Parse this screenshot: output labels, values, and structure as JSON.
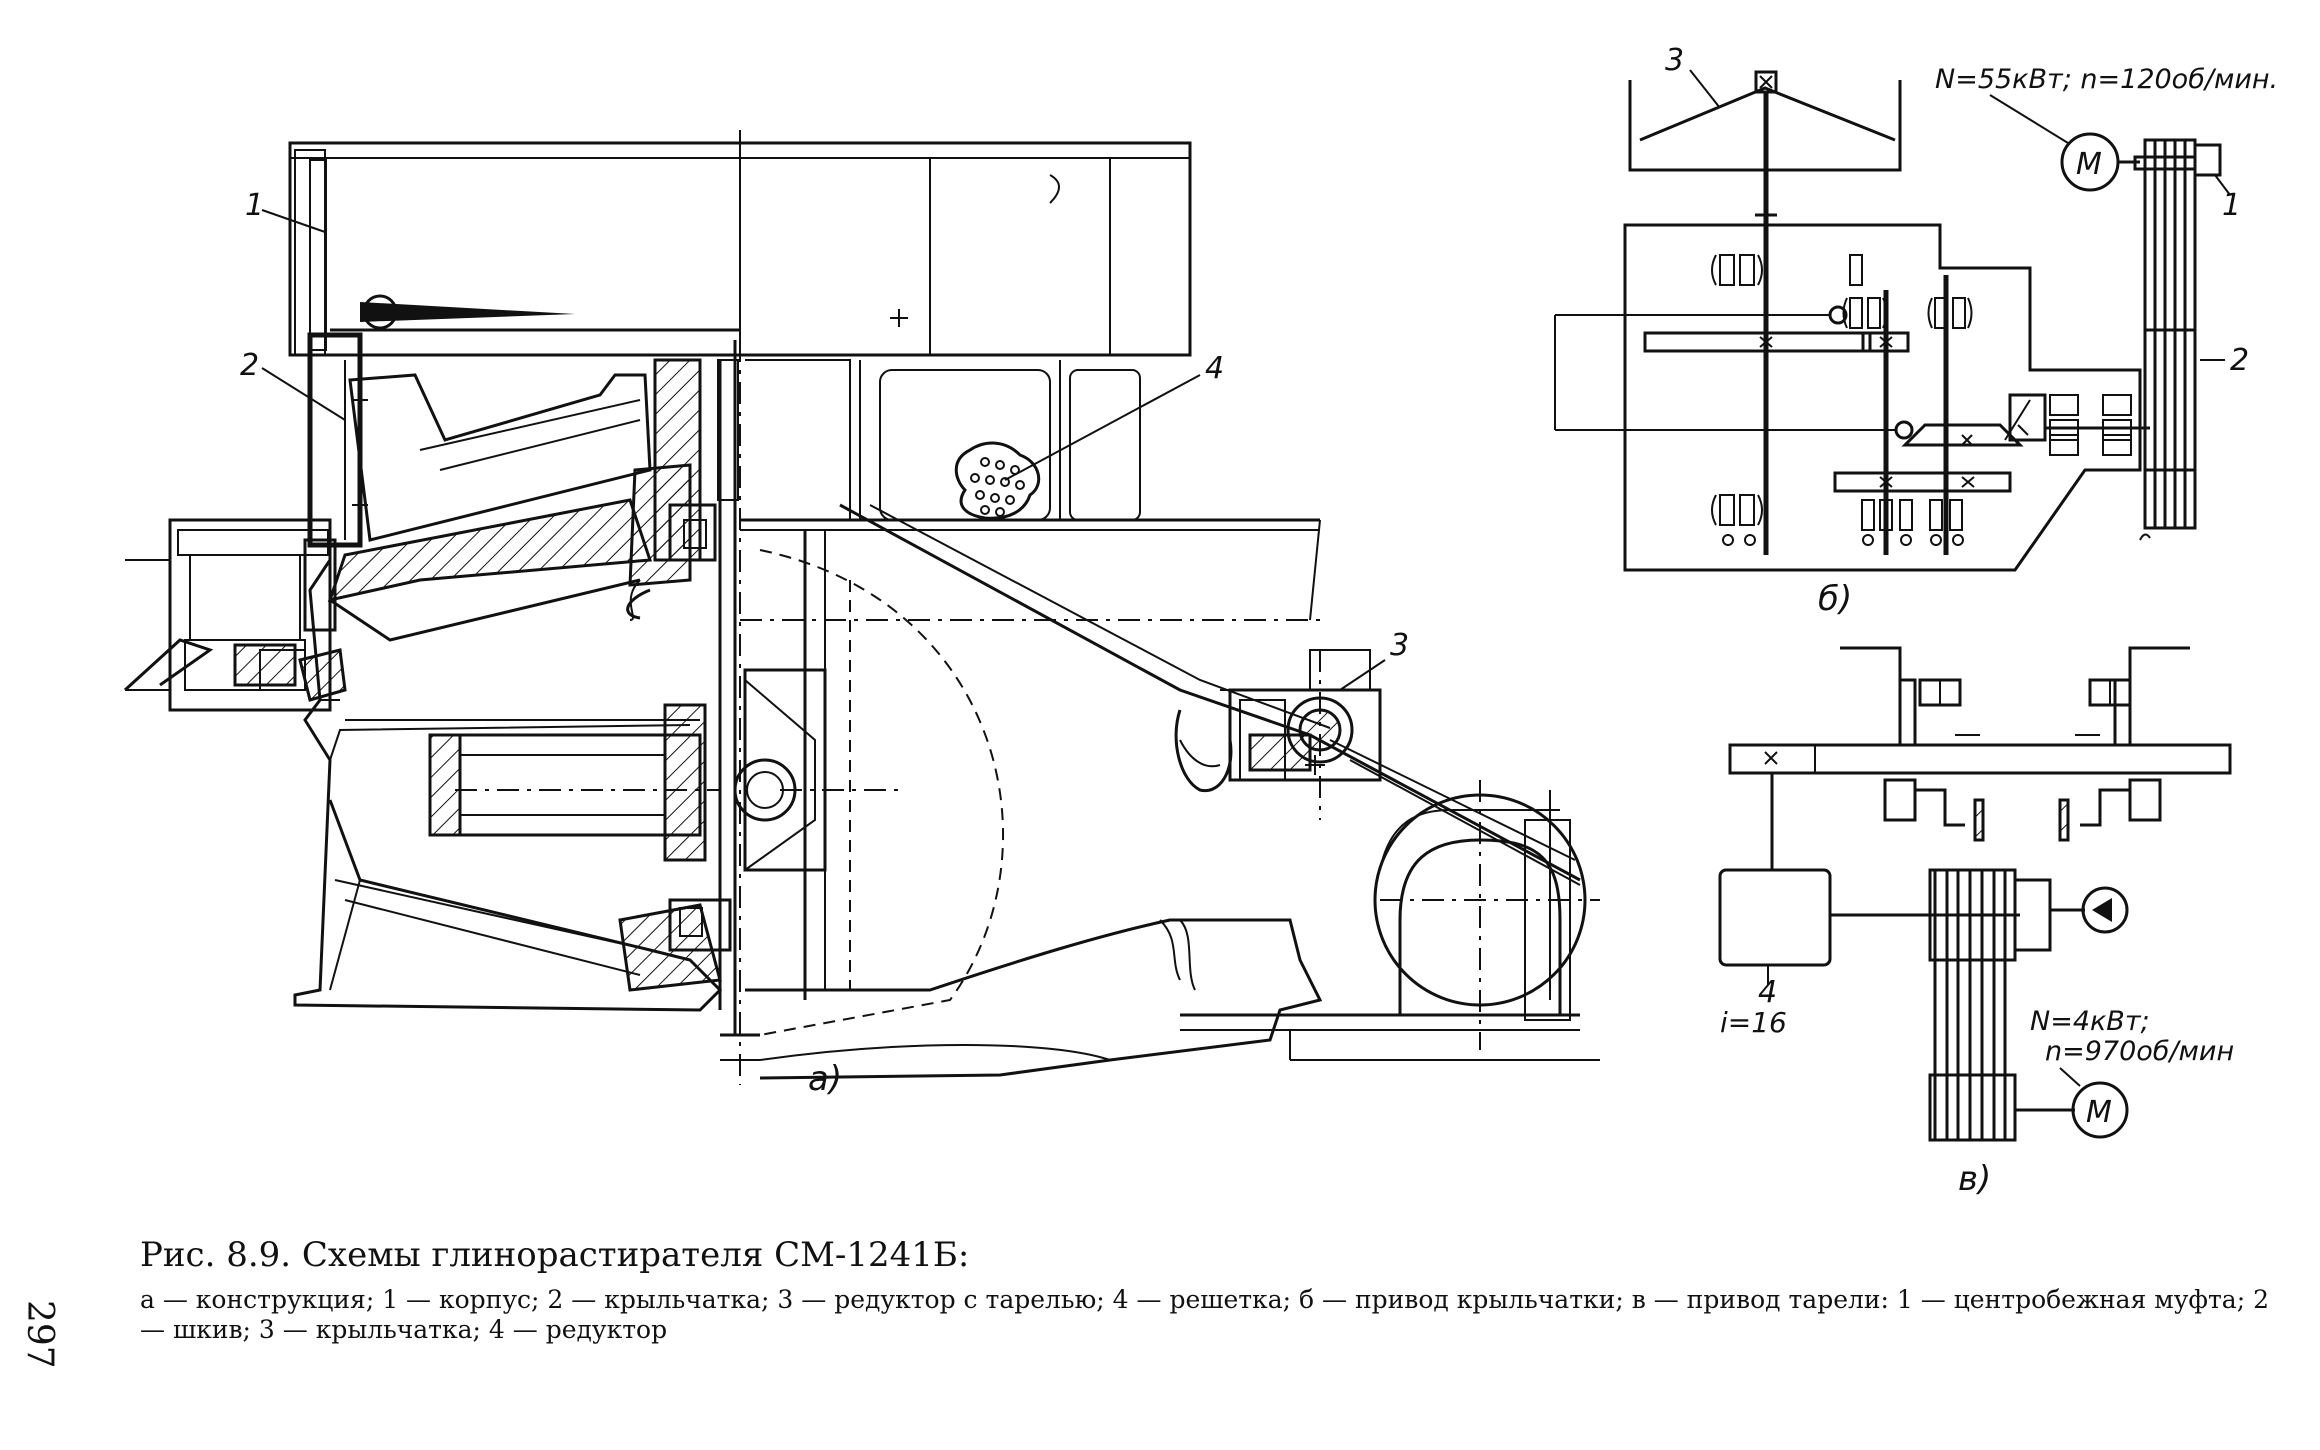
{
  "labels": {
    "a": {
      "part1": "1",
      "part2": "2",
      "part3": "3",
      "part4": "4",
      "view": "а)"
    },
    "b": {
      "part1": "1",
      "part2": "2",
      "part3": "3",
      "motor": "M",
      "spec": "N=55кВт; n=120об/мин.",
      "view": "б)"
    },
    "v": {
      "part4": "4",
      "ratio": "i=16",
      "motor": "M",
      "spec_power": "N=4кВт;",
      "spec_speed": "n=970об/мин",
      "view": "в)"
    }
  },
  "caption": {
    "title": "Рис. 8.9. Схемы глинорастирателя СМ-1241Б:",
    "text": "а — конструкция; 1 — корпус; 2 — крыльчатка; 3 — редуктор с тарелью; 4 — решетка; б — привод крыльчатки; в — привод тарели: 1 — центробежная муфта; 2 — шкив; 3 — крыльчатка; 4 — редуктор"
  },
  "page_number": "297"
}
